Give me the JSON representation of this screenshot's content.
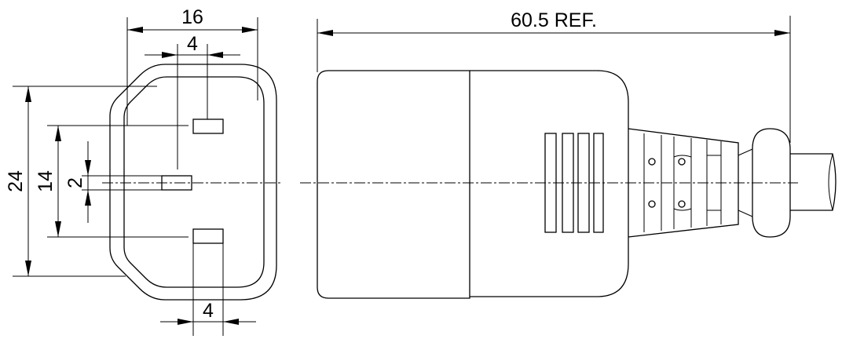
{
  "dimensions": {
    "width_overall": "16",
    "pin_spacing_top": "4",
    "pin_spacing_bottom": "4",
    "height_overall": "24",
    "height_pins": "14",
    "pin_thickness": "2",
    "length_ref": "60.5 REF."
  }
}
